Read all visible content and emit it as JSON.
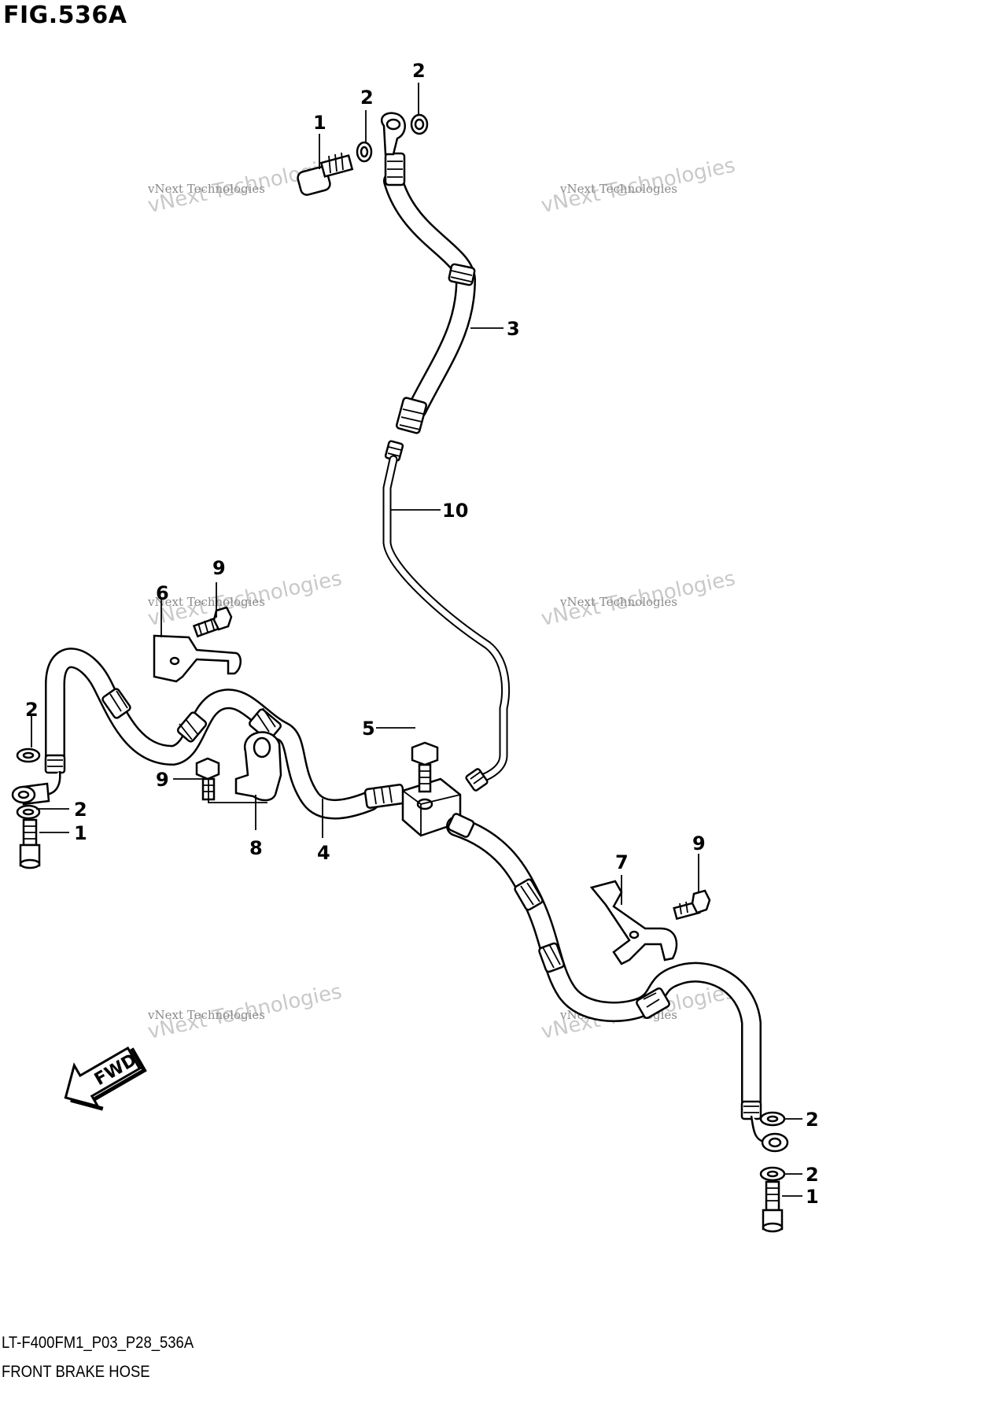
{
  "figure": {
    "title": "FIG.536A",
    "code": "LT-F400FM1_P03_P28_536A",
    "caption": "FRONT BRAKE HOSE",
    "direction_label": "FWD",
    "watermark": "vNext Technologies"
  },
  "callouts": [
    {
      "ref": "1",
      "part": "union-bolt-top"
    },
    {
      "ref": "2",
      "part": "washer-top-left"
    },
    {
      "ref": "2",
      "part": "washer-top-right"
    },
    {
      "ref": "3",
      "part": "upper-brake-hose"
    },
    {
      "ref": "10",
      "part": "brake-pipe"
    },
    {
      "ref": "9",
      "part": "bolt-bracket-6"
    },
    {
      "ref": "6",
      "part": "hose-bracket-left"
    },
    {
      "ref": "2",
      "part": "washer-left-upper"
    },
    {
      "ref": "2",
      "part": "washer-left-lower"
    },
    {
      "ref": "1",
      "part": "union-bolt-left"
    },
    {
      "ref": "9",
      "part": "bolt-clamp-8"
    },
    {
      "ref": "8",
      "part": "hose-clamp"
    },
    {
      "ref": "4",
      "part": "left-brake-hose"
    },
    {
      "ref": "5",
      "part": "joint-bolt"
    },
    {
      "ref": "7",
      "part": "hose-bracket-right"
    },
    {
      "ref": "9",
      "part": "bolt-bracket-7"
    },
    {
      "ref": "2",
      "part": "washer-right-upper"
    },
    {
      "ref": "2",
      "part": "washer-right-lower"
    },
    {
      "ref": "1",
      "part": "union-bolt-right"
    }
  ]
}
